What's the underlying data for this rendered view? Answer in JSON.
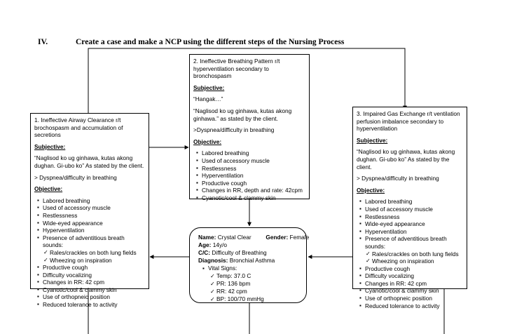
{
  "heading": {
    "number": "IV.",
    "text": "Create a case and make a NCP using the different steps of the Nursing Process"
  },
  "diagnoses": [
    {
      "title": "1. Ineffective Airway Clearance r/t brochospasm and accumulation of secretions",
      "subjective_label": "Subjective:",
      "subjective": [
        "“Naglisod ko ug ginhawa, kutas akong dughan. Gi-ubo ko” As stated by the client.",
        "> Dyspnea/difficulty in breathing"
      ],
      "objective_label": "Objective:",
      "objective": [
        "Labored breathing",
        "Used of accessory muscle",
        "Restlessness",
        "Wide-eyed appearance",
        "Hyperventilation",
        "Presence of adventitious breath sounds:",
        "Productive cough",
        "Difficulty vocalizing",
        "Changes in RR: 42 cpm",
        "Cyanotic/cool & clammy skin",
        "Use of orthopneic position",
        "Reduced tolerance to activity"
      ],
      "breath_sounds": [
        "Rales/crackles on both lung fields",
        "Wheezing on inspiration"
      ]
    },
    {
      "title": "2. Ineffective Breathing Pattern r/t hyperventilation secondary to bronchospasm",
      "subjective_label": "Subjective:",
      "subjective": [
        "“Hangak…”",
        "“Naglisod ko ug ginhawa, kutas akong ginhawa.” as stated by the client.",
        ">Dyspnea/difficulty in breathing"
      ],
      "objective_label": "Objective:",
      "objective": [
        "Labored breathing",
        "Used of accessory muscle",
        "Restlessness",
        "Hyperventilation",
        "Productive cough",
        "Changes in RR, depth and rate: 42cpm",
        "Cyanotic/cool & clammy skin"
      ]
    },
    {
      "title": "3. Impaired Gas Exchange r/t ventilation perfusion imbalance secondary to hyperventilation",
      "subjective_label": "Subjective:",
      "subjective": [
        "“Naglisod ko ug ginhawa, kutas akong dughan. Gi-ubo ko” As stated by the client.",
        "> Dyspnea/difficulty in breathing"
      ],
      "objective_label": "Objective:",
      "objective": [
        "Labored breathing",
        "Used of accessory muscle",
        "Restlessness",
        "Wide-eyed appearance",
        "Hyperventilation",
        "Presence of adventitious breath sounds:",
        "Productive cough",
        "Difficulty vocalizing",
        "Changes in RR: 42 cpm",
        "Cyanotic/cool & clammy skin",
        "Use of orthopneic position",
        "Reduced tolerance to activity"
      ],
      "breath_sounds": [
        "Rales/crackles on both lung fields",
        "Wheezing on inspiration"
      ]
    }
  ],
  "patient": {
    "name_label": "Name:",
    "name": "Crystal Clear",
    "gender_label": "Gender:",
    "gender": "Female",
    "age_label": "Age:",
    "age": "14y/o",
    "cc_label": "C/C:",
    "cc": "Difficulty of Breathing",
    "diagnosis_label": "Diagnosis:",
    "diagnosis": "Bronchial Asthma",
    "vitals_label": "Vital Signs:",
    "vitals": [
      "Temp: 37.0 C",
      "PR: 136 bpm",
      "RR: 42 cpm",
      "BP: 100/70 mmHg"
    ]
  }
}
